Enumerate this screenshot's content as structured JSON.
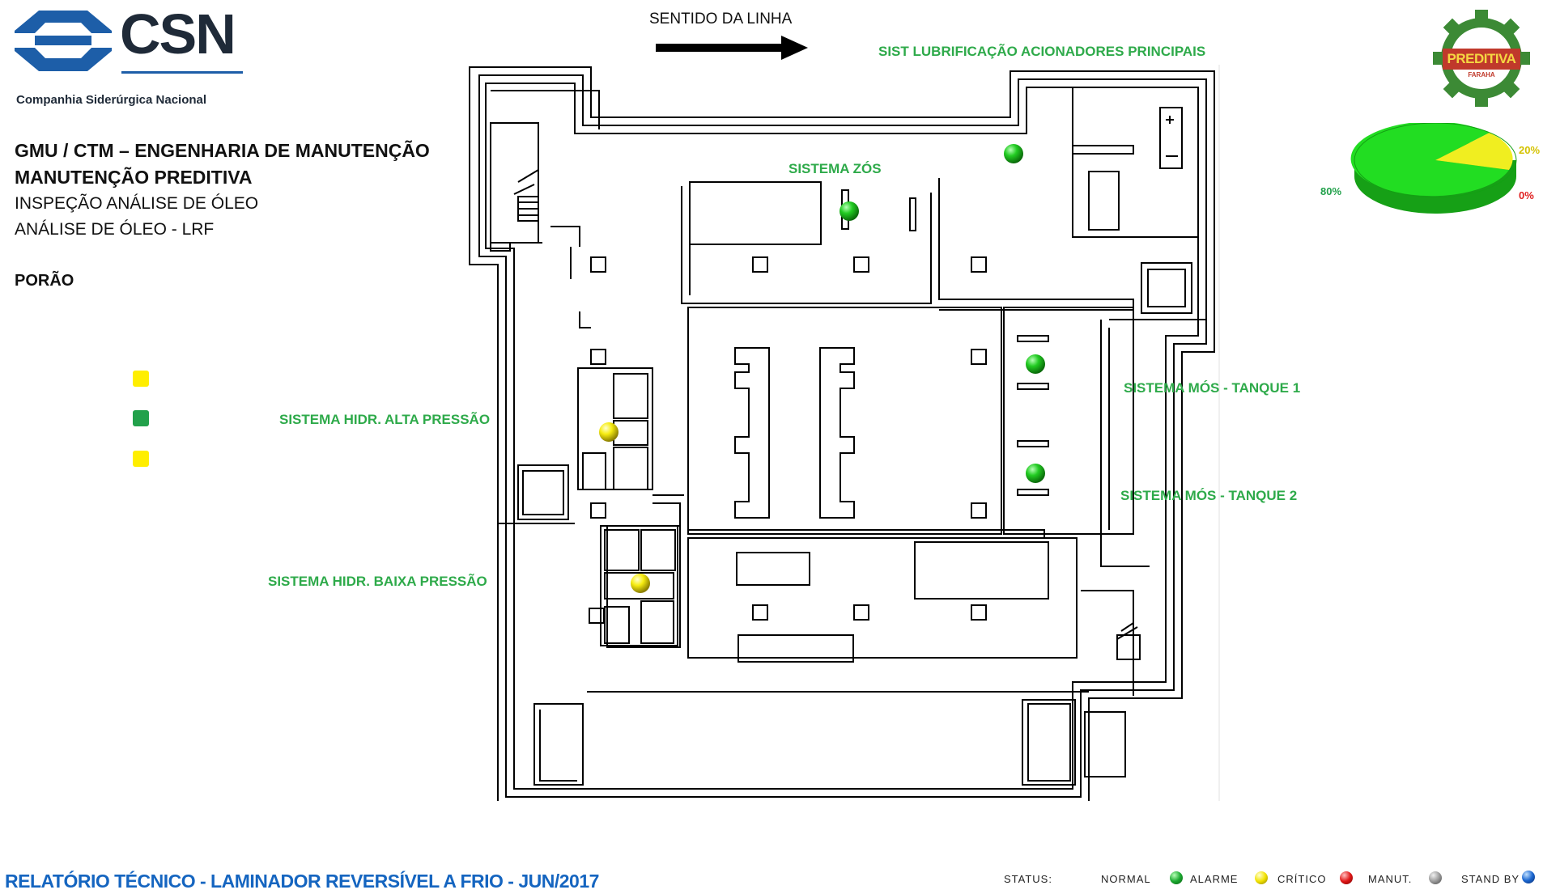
{
  "company": {
    "logo_text": "CSN",
    "full_name": "Companhia Siderúrgica Nacional"
  },
  "header": {
    "line1": "GMU / CTM – ENGENHARIA DE MANUTENÇÃO",
    "line2": "MANUTENÇÃO PREDITIVA",
    "line3": "INSPEÇÃO ANÁLISE DE ÓLEO",
    "line4": "ANÁLISE DE ÓLEO - LRF",
    "area": "PORÃO"
  },
  "direction": {
    "label": "SENTIDO DA LINHA"
  },
  "legend_squares": [
    {
      "color": "#ffee00"
    },
    {
      "color": "#22a14b"
    },
    {
      "color": "#ffee00"
    }
  ],
  "systems": [
    {
      "label": "SIST LUBRIFICAÇÃO  ACIONADORES PRINCIPAIS",
      "status": "normal"
    },
    {
      "label": "SISTEMA ZÓS",
      "status": "normal"
    },
    {
      "label": "SISTEMA MÓS - TANQUE 1",
      "status": "normal"
    },
    {
      "label": "SISTEMA MÓS - TANQUE 2",
      "status": "normal"
    },
    {
      "label": "SISTEMA HIDR. ALTA PRESSÃO",
      "status": "alarme"
    },
    {
      "label": "SISTEMA HIDR. BAIXA PRESSÃO",
      "status": "alarme"
    }
  ],
  "pie": {
    "slices": [
      {
        "label": "80%",
        "value": 80,
        "color": "#22dd22"
      },
      {
        "label": "20%",
        "value": 20,
        "color": "#f0ee20"
      },
      {
        "label": "0%",
        "value": 0,
        "color": "#e02020"
      }
    ]
  },
  "badge": {
    "text": "PREDITIVA",
    "sub": "FARAHA"
  },
  "footer": {
    "title": "RELATÓRIO TÉCNICO - LAMINADOR REVERSÍVEL A FRIO - JUN/2017"
  },
  "status_legend": {
    "title": "STATUS:",
    "items": [
      {
        "label": "NORMAL",
        "color": "#1aa82f"
      },
      {
        "label": "ALARME",
        "color": "#f2e200"
      },
      {
        "label": "CRÍTICO",
        "color": "#e01616"
      },
      {
        "label": "MANUT.",
        "color": "#9a9a9a"
      },
      {
        "label": "STAND BY",
        "color": "#1a66d0"
      }
    ]
  },
  "colors": {
    "label_green": "#2eaa4a",
    "footer_blue": "#1565c0",
    "logo_blue": "#1d5ea8"
  }
}
